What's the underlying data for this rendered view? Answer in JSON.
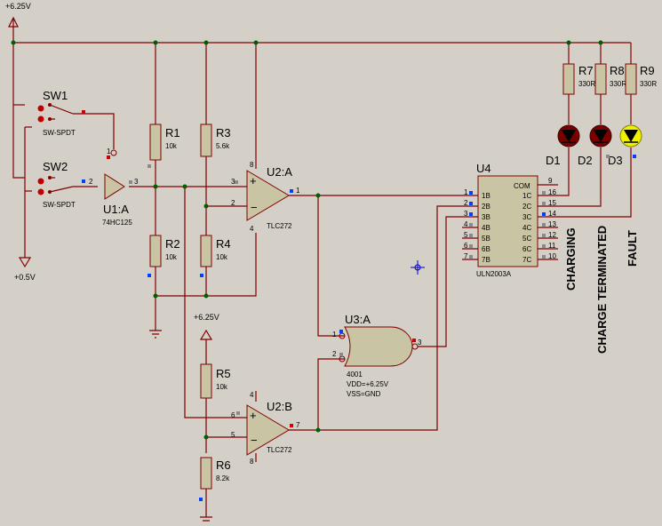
{
  "rails": {
    "vcc": "+6.25V",
    "vcc2": "+6.25V",
    "vss": "+0.5V"
  },
  "switches": [
    {
      "ref": "SW1",
      "type": "SW-SPDT"
    },
    {
      "ref": "SW2",
      "type": "SW-SPDT"
    }
  ],
  "buffer": {
    "ref": "U1:A",
    "part": "74HC125",
    "pin_in": "2",
    "pin_out": "3",
    "pin_en": "1"
  },
  "resistors": [
    {
      "ref": "R1",
      "value": "10k"
    },
    {
      "ref": "R2",
      "value": "10k"
    },
    {
      "ref": "R3",
      "value": "5.6k"
    },
    {
      "ref": "R4",
      "value": "10k"
    },
    {
      "ref": "R5",
      "value": "10k"
    },
    {
      "ref": "R6",
      "value": "8.2k"
    },
    {
      "ref": "R7",
      "value": "330R"
    },
    {
      "ref": "R8",
      "value": "330R"
    },
    {
      "ref": "R9",
      "value": "330R"
    }
  ],
  "opamp_a": {
    "ref": "U2:A",
    "part": "TLC272",
    "pin_plus": "3",
    "pin_minus": "2",
    "pin_out": "1",
    "pin_vp": "8",
    "pin_vn": "4"
  },
  "opamp_b": {
    "ref": "U2:B",
    "part": "TLC272",
    "pin_plus": "6",
    "pin_minus": "5",
    "pin_out": "7",
    "pin_vp": "4",
    "pin_vn": "8"
  },
  "nand": {
    "ref": "U3:A",
    "part": "4001",
    "vdd": "VDD=+6.25V",
    "vss": "VSS=GND",
    "pin_a": "1",
    "pin_b": "2",
    "pin_out": "3"
  },
  "driver": {
    "ref": "U4",
    "part": "ULN2003A",
    "com": "COM",
    "inputs": [
      "1B",
      "2B",
      "3B",
      "4B",
      "5B",
      "6B",
      "7B"
    ],
    "input_pins": [
      "1",
      "2",
      "3",
      "4",
      "5",
      "6",
      "7"
    ],
    "outputs": [
      "1C",
      "2C",
      "3C",
      "4C",
      "5C",
      "6C",
      "7C"
    ],
    "output_pins": [
      "16",
      "15",
      "14",
      "13",
      "12",
      "11",
      "10"
    ],
    "com_pin": "9"
  },
  "leds": [
    {
      "ref": "D1",
      "color": "#7a0000"
    },
    {
      "ref": "D2",
      "color": "#7a0000"
    },
    {
      "ref": "D3",
      "color": "#f0f000"
    }
  ],
  "status_labels": [
    {
      "text": "CHARGING",
      "color": "#00b000"
    },
    {
      "text": "CHARGE TERMINATED",
      "color": "#e00000"
    },
    {
      "text": "FAULT",
      "color": "#c8c800"
    }
  ],
  "colors": {
    "wire": "#800000",
    "junction": "#006000",
    "body": "#c8c4a4",
    "pin_blue": "#0040ff",
    "pin_red": "#d00000",
    "pin_grey": "#8a8a8a"
  }
}
